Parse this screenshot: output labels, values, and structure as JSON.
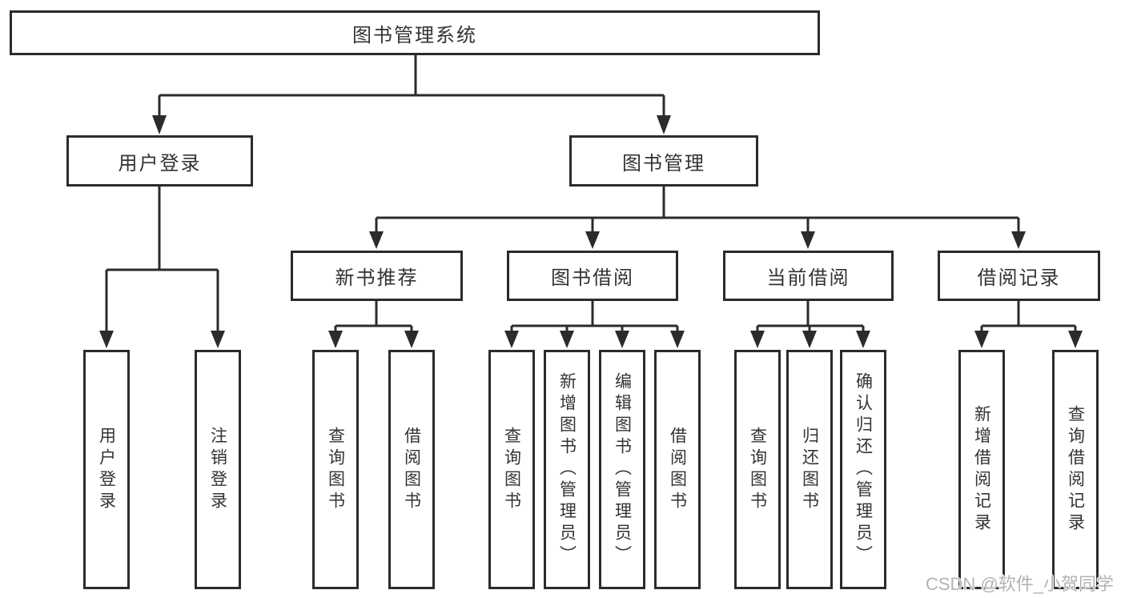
{
  "diagram": {
    "title": "图书管理系统",
    "branches": [
      {
        "label": "用户登录",
        "children": [
          {
            "label": "用户登录"
          },
          {
            "label": "注销登录"
          }
        ]
      },
      {
        "label": "图书管理",
        "children": [
          {
            "label": "新书推荐",
            "children": [
              {
                "label": "查询图书"
              },
              {
                "label": "借阅图书"
              }
            ]
          },
          {
            "label": "图书借阅",
            "children": [
              {
                "label": "查询图书"
              },
              {
                "label": "新增图书（管理员）"
              },
              {
                "label": "编辑图书（管理员）"
              },
              {
                "label": "借阅图书"
              }
            ]
          },
          {
            "label": "当前借阅",
            "children": [
              {
                "label": "查询图书"
              },
              {
                "label": "归还图书"
              },
              {
                "label": "确认归还（管理员）"
              }
            ]
          },
          {
            "label": "借阅记录",
            "children": [
              {
                "label": "新增借阅记录"
              },
              {
                "label": "查询借阅记录"
              }
            ]
          }
        ]
      }
    ]
  },
  "watermark": "CSDN @软件_小贺同学",
  "colors": {
    "line": "#2b2b2b",
    "box_border": "#2b2b2b",
    "text": "#333333",
    "background": "#ffffff",
    "watermark_text": "#b3b3b3"
  }
}
